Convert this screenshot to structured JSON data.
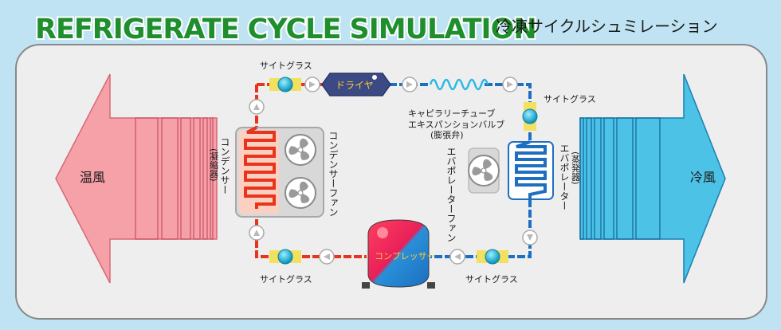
{
  "title": {
    "english": "REFRIGERATE CYCLE SIMULATION",
    "japanese": "冷凍サイクルシュミレーション"
  },
  "air": {
    "warm": "温風",
    "cold": "冷風"
  },
  "components": {
    "condenser": "コンデンサー",
    "condenser_sub": "(凝縮器)",
    "condenser_fan": "コンデンサーファン",
    "drier": "ドライヤ",
    "capillary_line1": "キャピラリーチューブ",
    "capillary_line2": "エキスパンションバルブ",
    "capillary_line3": "(膨張弁)",
    "evaporator": "エバポレーター",
    "evaporator_sub": "(蒸発器)",
    "evaporator_fan": "エバポレーターファン",
    "compressor": "コンプレッサー"
  },
  "sight_glass": {
    "top_left": "サイトグラス",
    "top_right": "サイトグラス",
    "bottom_left": "サイトグラス",
    "bottom_right": "サイトグラス"
  },
  "colors": {
    "hot_pipe": "#e8341c",
    "cold_pipe": "#1e6fc0",
    "warm_arrow": "#f6a0a8",
    "cold_arrow": "#4cc2e6",
    "title_green": "#1f8f2e",
    "drier": "#3b4a84",
    "sight_glass_ball": "#1cb8d8"
  },
  "icons": [
    "fan-icon",
    "flow-arrow-icon",
    "sight-glass-icon"
  ]
}
